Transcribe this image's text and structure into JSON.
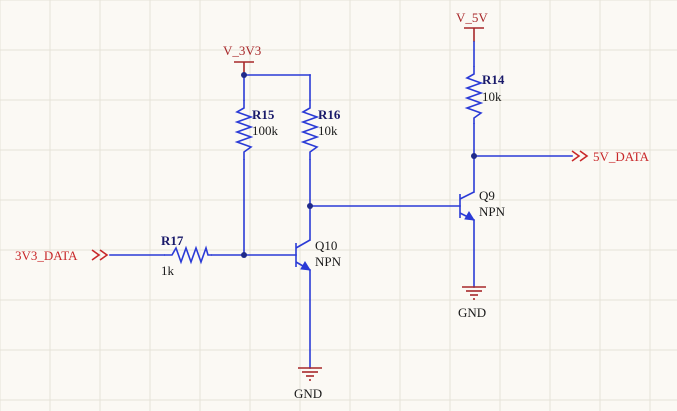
{
  "power": {
    "v3v3": "V_3V3",
    "v5v": "V_5V",
    "gnd_q10": "GND",
    "gnd_q9": "GND"
  },
  "nets": {
    "input": "3V3_DATA",
    "output": "5V_DATA"
  },
  "components": {
    "r15": {
      "ref": "R15",
      "value": "100k"
    },
    "r16": {
      "ref": "R16",
      "value": "10k"
    },
    "r17": {
      "ref": "R17",
      "value": "1k"
    },
    "r14": {
      "ref": "R14",
      "value": "10k"
    },
    "q10": {
      "ref": "Q10",
      "type": "NPN"
    },
    "q9": {
      "ref": "Q9",
      "type": "NPN"
    }
  },
  "colors": {
    "wire": "#2b3bd6",
    "net_label": "#c8282a",
    "power_port": "#a8282a",
    "grid": "#e6e2d8",
    "background": "#fbf9f4"
  }
}
